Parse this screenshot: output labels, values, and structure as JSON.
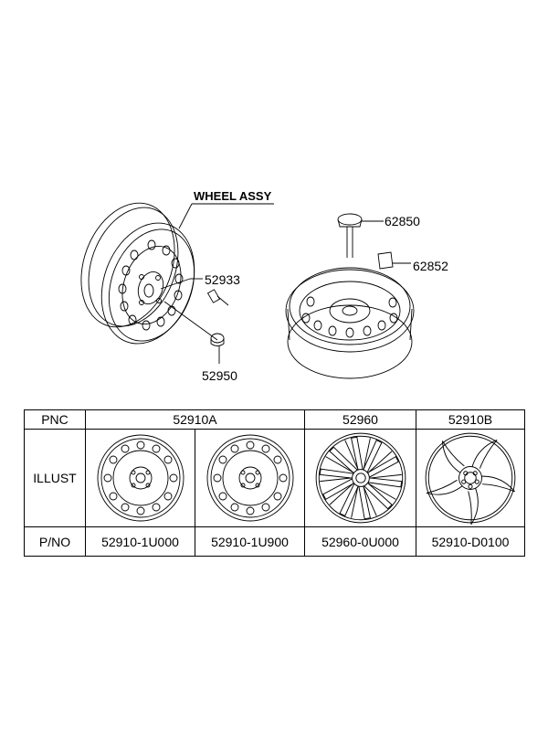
{
  "diagram": {
    "assembly_label": "WHEEL ASSY",
    "callouts": {
      "valve": "52933",
      "nut": "52950",
      "cap": "62850",
      "label_sticker": "62852"
    }
  },
  "table": {
    "row_labels": {
      "pnc": "PNC",
      "illust": "ILLUST",
      "pno": "P/NO"
    },
    "pnc": [
      "52910A",
      "52960",
      "52910B"
    ],
    "part_numbers": [
      "52910-1U000",
      "52910-1U900",
      "52960-0U000",
      "52910-D0100"
    ]
  }
}
